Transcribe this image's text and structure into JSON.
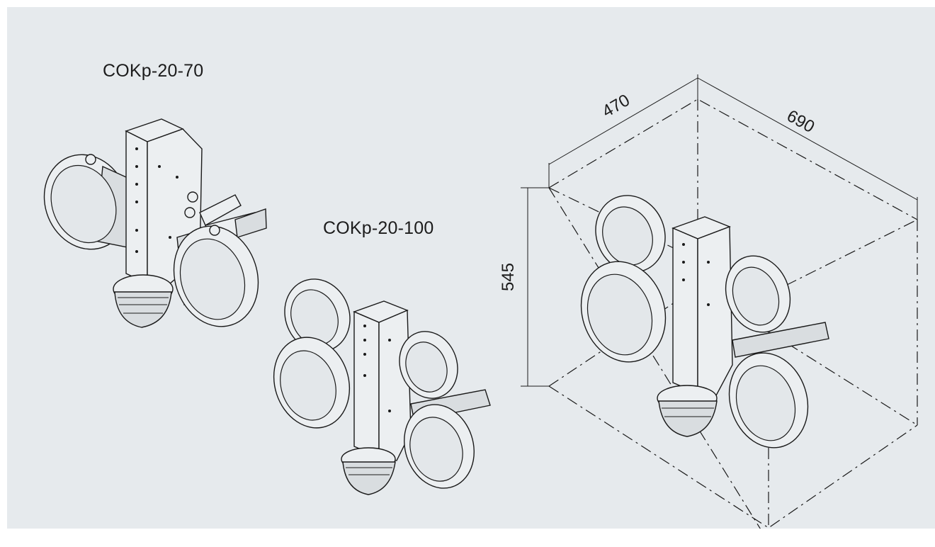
{
  "labels": {
    "model_a": "COKp-20-70",
    "model_b": "COKp-20-100"
  },
  "dimensions": {
    "width": "470",
    "depth": "690",
    "height": "545"
  },
  "colors": {
    "background": "#e6eaed",
    "line": "#1a1a1a"
  }
}
